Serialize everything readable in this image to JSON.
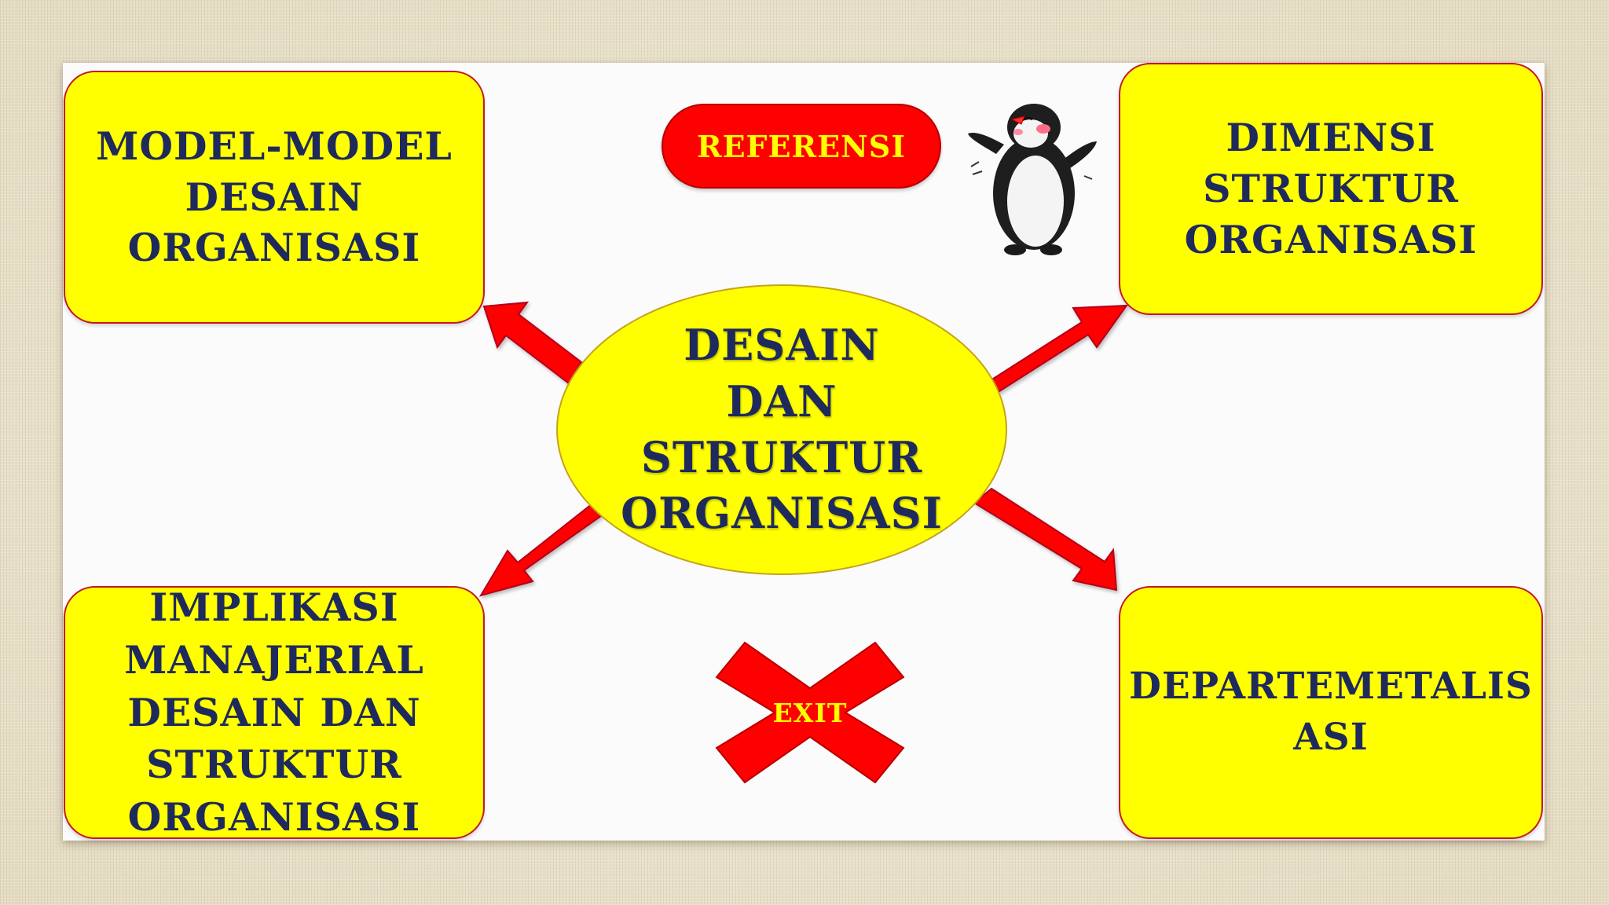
{
  "diagram": {
    "center": {
      "text": "DESAIN\nDAN\nSTRUKTUR\nORGANISASI"
    },
    "boxes": {
      "top_left": "MODEL-MODEL\nDESAIN\nORGANISASI",
      "top_right": "DIMENSI\nSTRUKTUR\nORGANISASI",
      "bottom_left": "IMPLIKASI\nMANAJERIAL\nDESAIN DAN\nSTRUKTUR\nORGANISASI",
      "bottom_right": "DEPARTEMETALIS\nASI"
    },
    "buttons": {
      "referensi": "REFERENSI",
      "exit": "EXIT"
    }
  },
  "colors": {
    "box_fill": "#ffff00",
    "box_border": "#c4172a",
    "text": "#1f2a5c",
    "arrow": "#ff0000",
    "button_fill": "#ff0000",
    "button_text": "#ffff00"
  },
  "icons": {
    "mascot": "penguin-icon"
  }
}
